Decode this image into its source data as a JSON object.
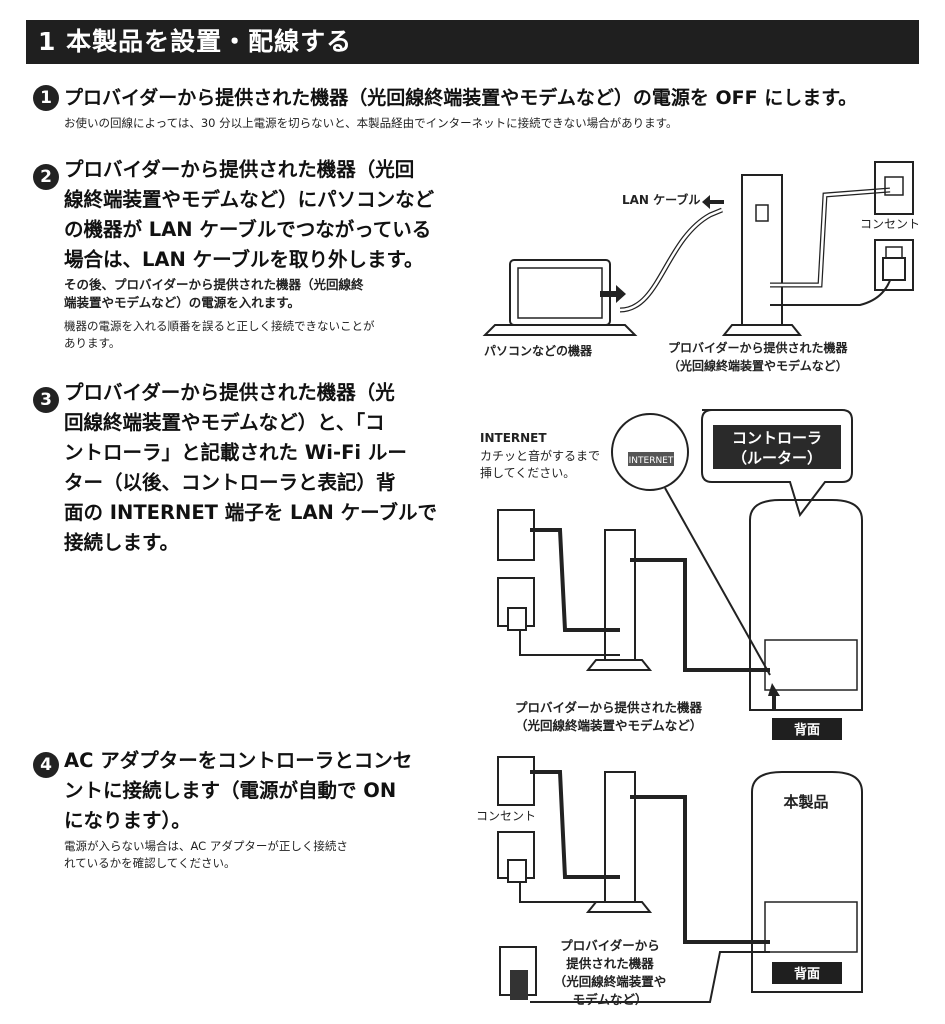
{
  "title": "1 本製品を設置・配線する",
  "step1": {
    "num": "1",
    "head": "プロバイダーから提供された機器（光回線終端装置やモデムなど）の電源を OFF にします。",
    "note": "お使いの回線によっては、30 分以上電源を切らないと、本製品経由でインターネットに接続できない場合があります。"
  },
  "step2": {
    "num": "2",
    "head": [
      "プロバイダーから提供された機器（光回",
      "線終端装置やモデムなど）にパソコンなど",
      "の機器が LAN ケーブルでつながっている",
      "場合は、LAN ケーブルを取り外します。"
    ],
    "sub": [
      "その後、プロバイダーから提供された機器（光回線終",
      "端装置やモデムなど）の電源を入れます。"
    ],
    "note": [
      "機器の電源を入れる順番を誤ると正しく接続できないことが",
      "あります。"
    ]
  },
  "step3": {
    "num": "3",
    "head": [
      "プロバイダーから提供された機器（光",
      "回線終端装置やモデムなど）と、「コ",
      "ントローラ」と記載された Wi-Fi ルー",
      "ター（以後、コントローラと表記）背",
      "面の INTERNET 端子を LAN ケーブルで",
      "接続します。"
    ]
  },
  "step4": {
    "num": "4",
    "head": [
      "AC アダプターをコントローラとコンセ",
      "ントに接続します（電源が自動で ON",
      "になります）。"
    ],
    "note": [
      "電源が入らない場合は、AC アダプターが正しく接続さ",
      "れているかを確認してください。"
    ]
  },
  "fig1": {
    "lan_cable": "LAN ケーブル",
    "outlet": "コンセント",
    "pc": "パソコンなどの機器",
    "provider": [
      "プロバイダーから提供された機器",
      "（光回線終端装置やモデムなど）"
    ]
  },
  "fig2": {
    "internet": "INTERNET",
    "click": [
      "カチッと音がするまで",
      "挿してください。"
    ],
    "port_label": "INTERNET",
    "bubble": [
      "コントローラ",
      "（ルーター）"
    ],
    "provider": [
      "プロバイダーから提供された機器",
      "（光回線終端装置やモデムなど）"
    ],
    "back": "背面"
  },
  "fig3": {
    "outlet": "コンセント",
    "product": "本製品",
    "provider": [
      "プロバイダーから",
      "提供された機器",
      "（光回線終端装置や",
      "モデムなど）"
    ],
    "back": "背面"
  }
}
